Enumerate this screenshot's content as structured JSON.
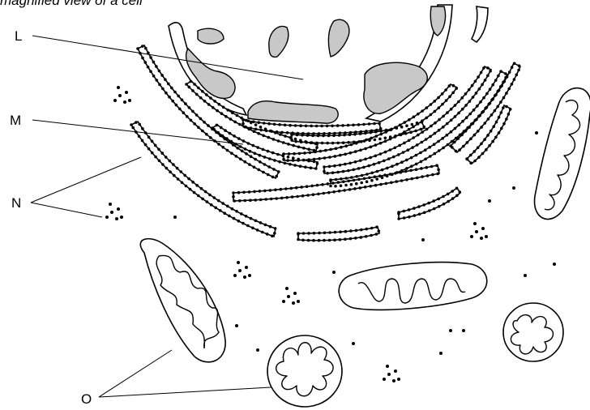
{
  "caption": "magnified view of a cell",
  "labels": {
    "L": "L",
    "M": "M",
    "N": "N",
    "O": "O"
  },
  "colors": {
    "outline": "#000000",
    "chromatin": "#c8c8c8",
    "background": "#ffffff"
  }
}
